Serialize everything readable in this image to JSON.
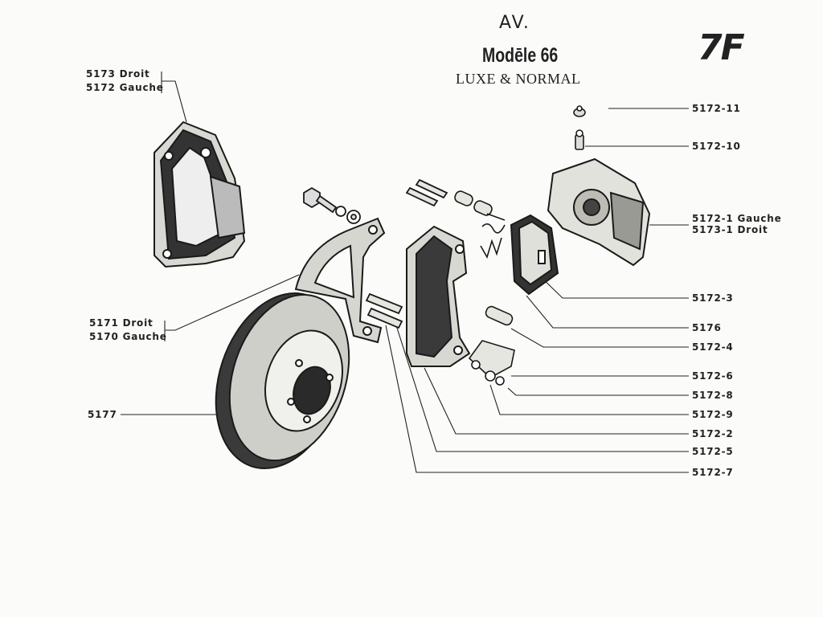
{
  "header": {
    "position": "AV.",
    "model": "Modēle 66",
    "variant": "LUXE & NORMAL",
    "page": "7F"
  },
  "labels": {
    "caliper_right": "5173 Droit",
    "caliper_left": "5172 Gauche",
    "bracket_right": "5171 Droit",
    "bracket_left": "5170 Gauche",
    "disc": "5177",
    "p5172_11": "5172-11",
    "p5172_10": "5172-10",
    "p5172_1": "5172-1 Gauche",
    "p5173_1": "5173-1 Droit",
    "p5172_3": "5172-3",
    "p5176": "5176",
    "p5172_4": "5172-4",
    "p5172_6": "5172-6",
    "p5172_8": "5172-8",
    "p5172_9": "5172-9",
    "p5172_2": "5172-2",
    "p5172_5": "5172-5",
    "p5172_7": "5172-7"
  }
}
